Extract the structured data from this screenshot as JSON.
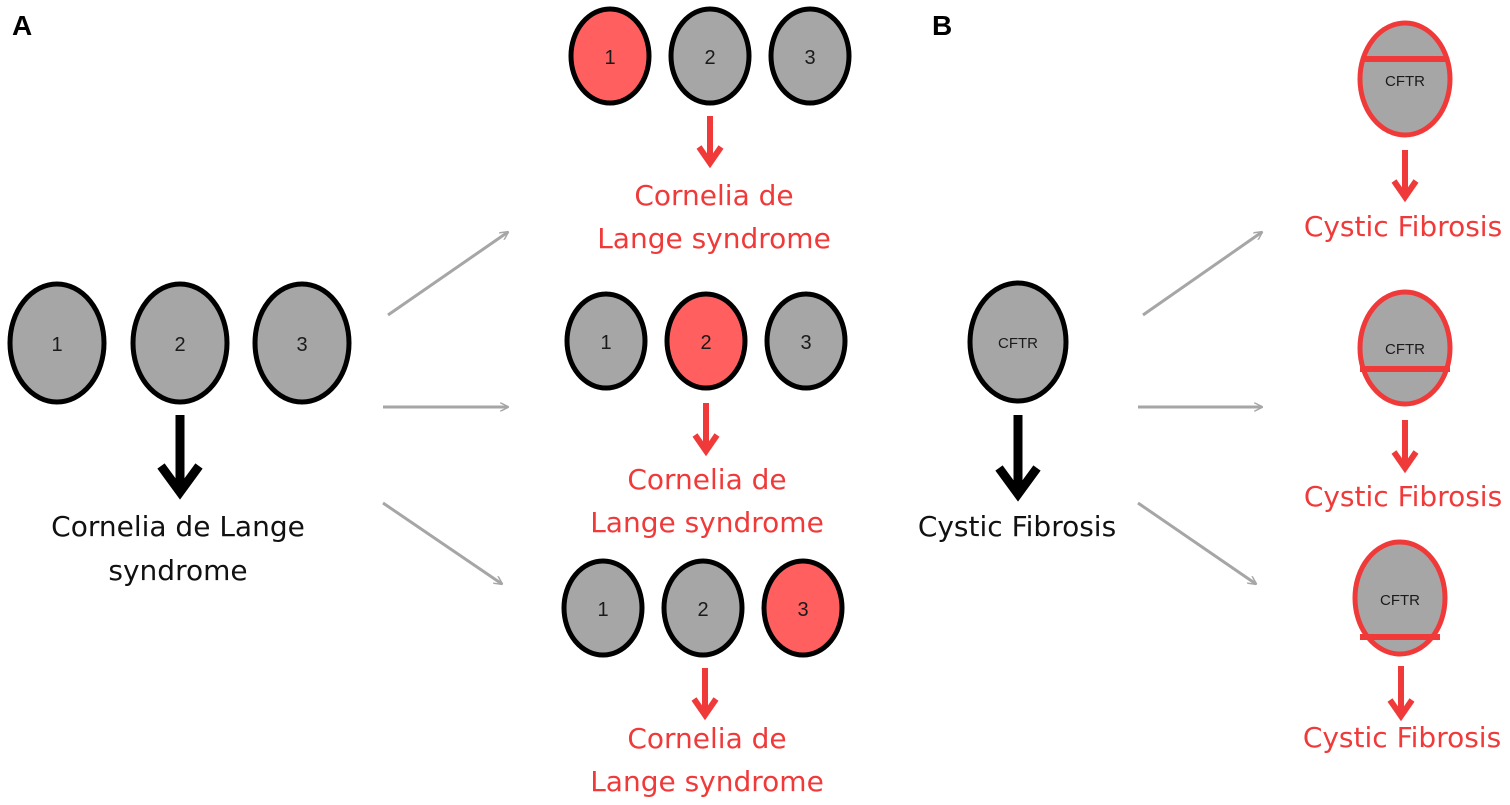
{
  "colors": {
    "gene_fill": "#a6a6a6",
    "mutant_fill": "#ff5f5f",
    "outline_black": "#000000",
    "outline_red": "#f03a3a",
    "red_text": "#f03a3a",
    "gray_arrow": "#a6a6a6"
  },
  "panelA": {
    "label": "A",
    "genes": [
      "1",
      "2",
      "3"
    ],
    "disease": [
      "Cornelia de Lange",
      "syndrome"
    ],
    "outcomes": [
      {
        "genes": [
          "1",
          "2",
          "3"
        ],
        "mutated": "1",
        "disease": [
          "Cornelia de",
          "Lange syndrome"
        ]
      },
      {
        "genes": [
          "1",
          "2",
          "3"
        ],
        "mutated": "2",
        "disease": [
          "Cornelia de",
          "Lange syndrome"
        ]
      },
      {
        "genes": [
          "1",
          "2",
          "3"
        ],
        "mutated": "3",
        "disease": [
          "Cornelia de",
          "Lange syndrome"
        ]
      }
    ]
  },
  "panelB": {
    "label": "B",
    "gene": "CFTR",
    "disease": "Cystic Fibrosis",
    "outcomes": [
      {
        "gene": "CFTR",
        "mutation_site": "top",
        "disease": "Cystic Fibrosis"
      },
      {
        "gene": "CFTR",
        "mutation_site": "middle",
        "disease": "Cystic Fibrosis"
      },
      {
        "gene": "CFTR",
        "mutation_site": "bottom",
        "disease": "Cystic Fibrosis"
      }
    ]
  }
}
